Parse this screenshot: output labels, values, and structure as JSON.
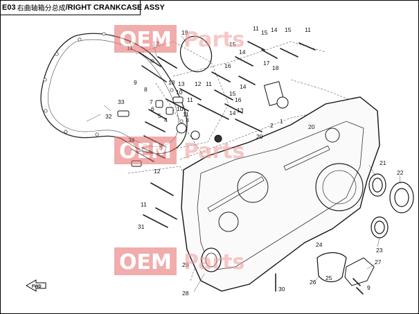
{
  "header": {
    "code": "E03",
    "chinese_title": "右曲轴箱分总成",
    "separator": "/",
    "english_title": "RIGHT CRANKCASE ASSY"
  },
  "watermark": {
    "text_left": "OEM",
    "text_right": "Parts",
    "color": "#f29a9a",
    "box_color": "#e76a6a"
  },
  "direction_label": "FWD",
  "callouts": [
    "11",
    "12",
    "19",
    "11",
    "15",
    "14",
    "15",
    "11",
    "13",
    "15",
    "14",
    "16",
    "17",
    "18",
    "9",
    "8",
    "7",
    "6",
    "5",
    "4",
    "13",
    "10",
    "11",
    "12",
    "11",
    "15",
    "14",
    "16",
    "33",
    "32",
    "10",
    "11",
    "3",
    "14",
    "13",
    "2",
    "1",
    "20",
    "20",
    "34",
    "11",
    "21",
    "22",
    "12",
    "11",
    "31",
    "23",
    "24",
    "29",
    "27",
    "28",
    "26",
    "25",
    "30",
    "9"
  ]
}
